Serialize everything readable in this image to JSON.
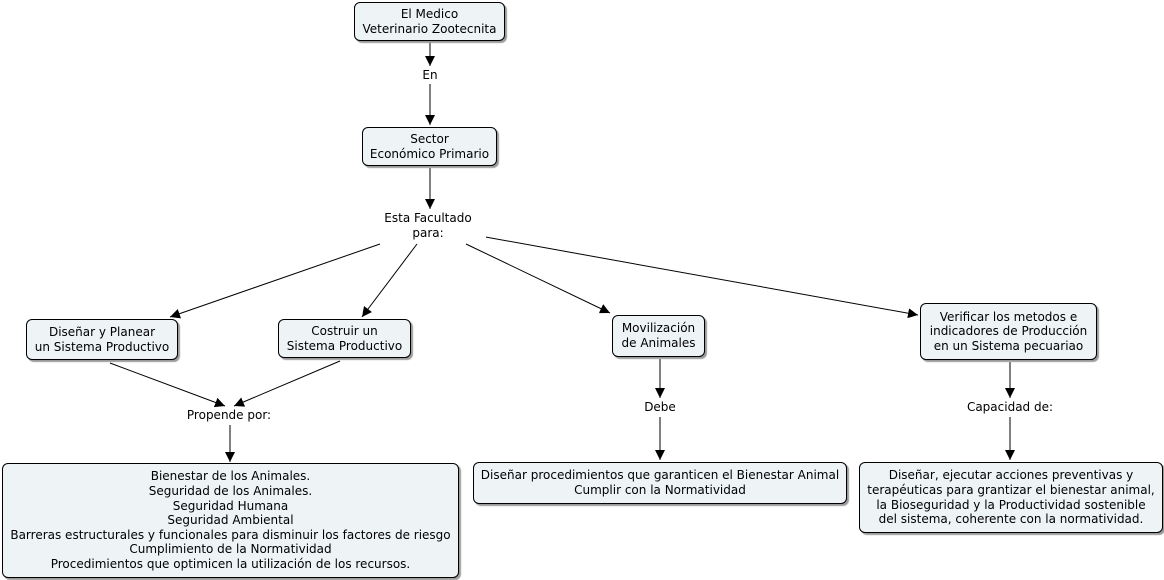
{
  "nodes": {
    "medico": "El Medico\nVeterinario Zootecnita",
    "sector": "Sector\nEconómico Primario",
    "disenar": "Diseñar y Planear\nun Sistema Productivo",
    "construir": "Costruir un\nSistema Productivo",
    "movilizacion": "Movilización\nde Animales",
    "verificar": "Verificar los metodos e\nindicadores de Producción\nen un Sistema pecuariao",
    "bienestar": "Bienestar de los Animales.\nSeguridad de los Animales.\nSeguridad Humana\nSeguridad Ambiental\nBarreras estructurales y funcionales para disminuir los factores de riesgo\nCumplimiento de la Normatividad\nProcedimientos que optimicen la utilización de los recursos.",
    "procedimientos": "Diseñar procedimientos que garanticen el Bienestar Animal\nCumplir con la Normatividad",
    "acciones": "Diseñar, ejecutar acciones preventivas y\nterapéuticas para grantizar el bienestar animal,\nla Bioseguridad y la Productividad sostenible\ndel sistema, coherente con la normatividad."
  },
  "links": {
    "en": "En",
    "facultado": "Esta Facultado\npara:",
    "propende": "Propende por:",
    "debe": "Debe",
    "capacidad": "Capacidad de:"
  }
}
